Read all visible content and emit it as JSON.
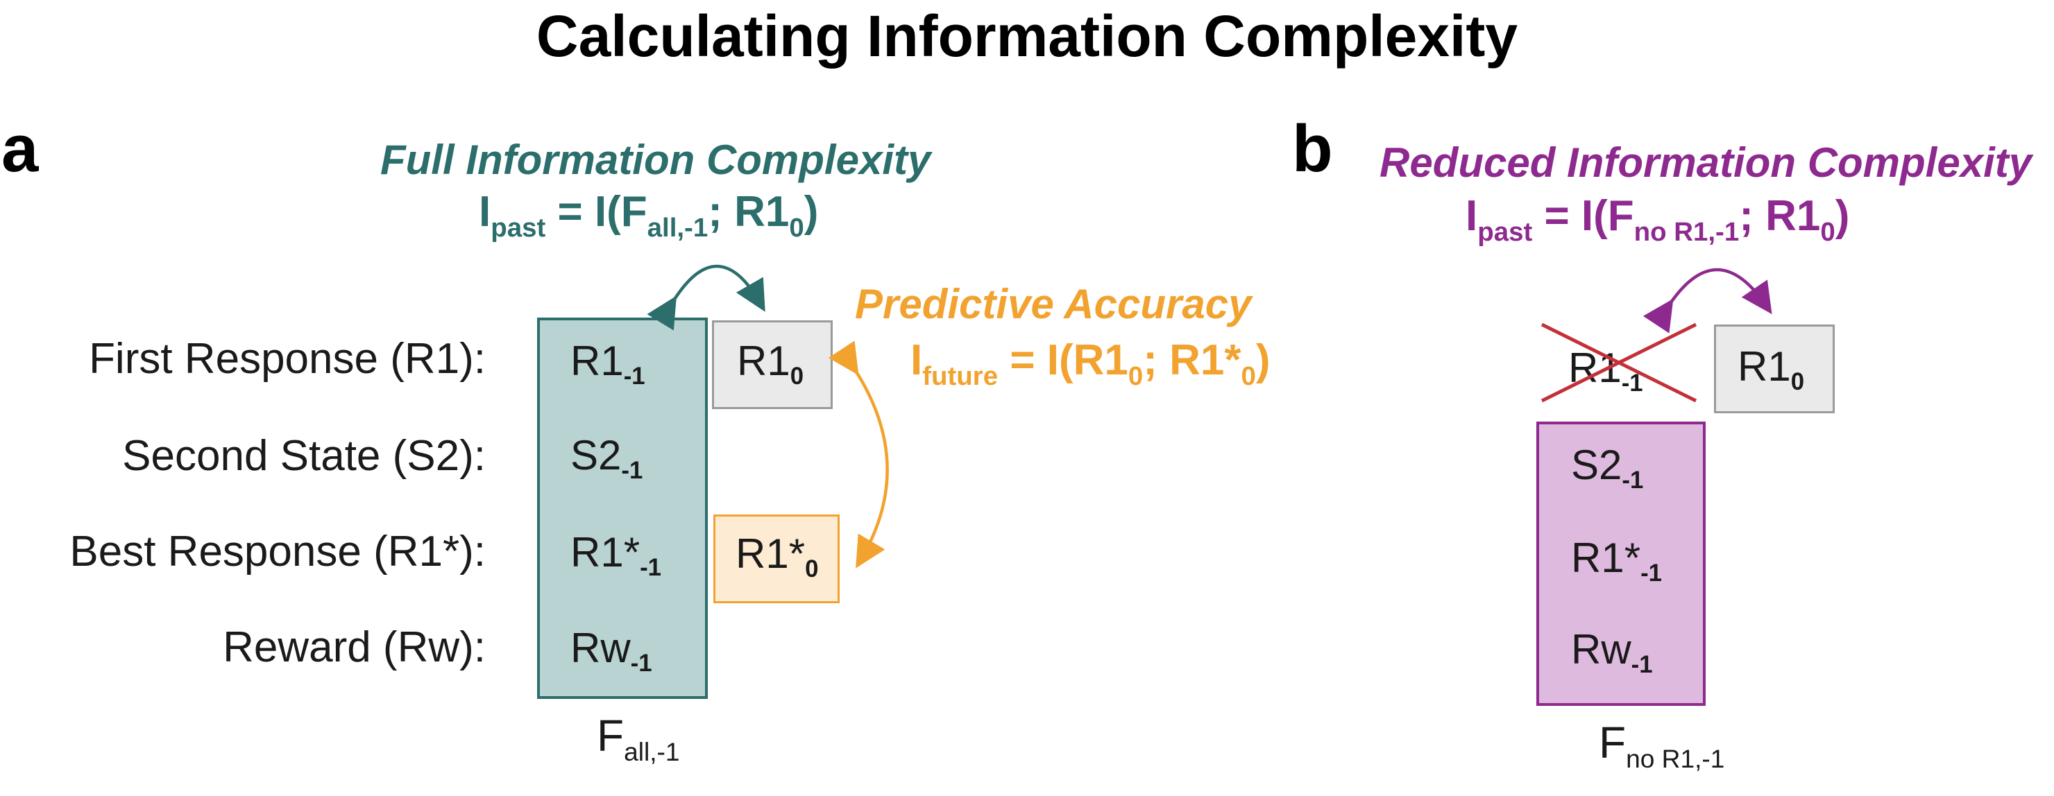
{
  "title": "Calculating Information Complexity",
  "colors": {
    "teal": "#2b6e6b",
    "teal_fill": "#b9d3d3",
    "orange": "#f2a22e",
    "orange_fill": "#fdebd3",
    "purple": "#8e2a8f",
    "purple_fill": "#dfbadf",
    "gray_fill": "#eaeaea",
    "gray_border": "#9a9a9a",
    "cross": "#c4303a"
  },
  "panel_a": {
    "letter": "a",
    "heading": "Full Information Complexity",
    "formula": {
      "i": "I",
      "i_sub": "past",
      "eq": " = I(F",
      "f_sub": "all,-1",
      "mid": "; R1",
      "r_sub": "0",
      "end": ")"
    },
    "row_labels": [
      "First Response (R1):",
      "Second State (S2):",
      "Best Response (R1*):",
      "Reward (Rw):"
    ],
    "past_cells": [
      {
        "base": "R1",
        "sub": "-1"
      },
      {
        "base": "S2",
        "sub": "-1"
      },
      {
        "base": "R1*",
        "sub": "-1"
      },
      {
        "base": "Rw",
        "sub": "-1"
      }
    ],
    "current_cell": {
      "base": "R1",
      "sub": "0"
    },
    "best_cell": {
      "base": "R1*",
      "sub": "0"
    },
    "box_label": {
      "base": "F",
      "sub": "all,-1"
    },
    "predictive": {
      "heading": "Predictive Accuracy",
      "i": "I",
      "i_sub": "future",
      "eq": " = I(R1",
      "r_sub": "0",
      "mid": "; R1*",
      "star_sub": "0",
      "end": ")"
    }
  },
  "panel_b": {
    "letter": "b",
    "heading": "Reduced Information Complexity",
    "formula": {
      "i": "I",
      "i_sub": "past",
      "eq": " = I(F",
      "f_sub": "no R1,-1",
      "mid": "; R1",
      "r_sub": "0",
      "end": ")"
    },
    "crossed_cell": {
      "base": "R1",
      "sub": "-1"
    },
    "current_cell": {
      "base": "R1",
      "sub": "0"
    },
    "past_cells": [
      {
        "base": "S2",
        "sub": "-1"
      },
      {
        "base": "R1*",
        "sub": "-1"
      },
      {
        "base": "Rw",
        "sub": "-1"
      }
    ],
    "box_label": {
      "base": "F",
      "sub": "no R1,-1"
    }
  }
}
